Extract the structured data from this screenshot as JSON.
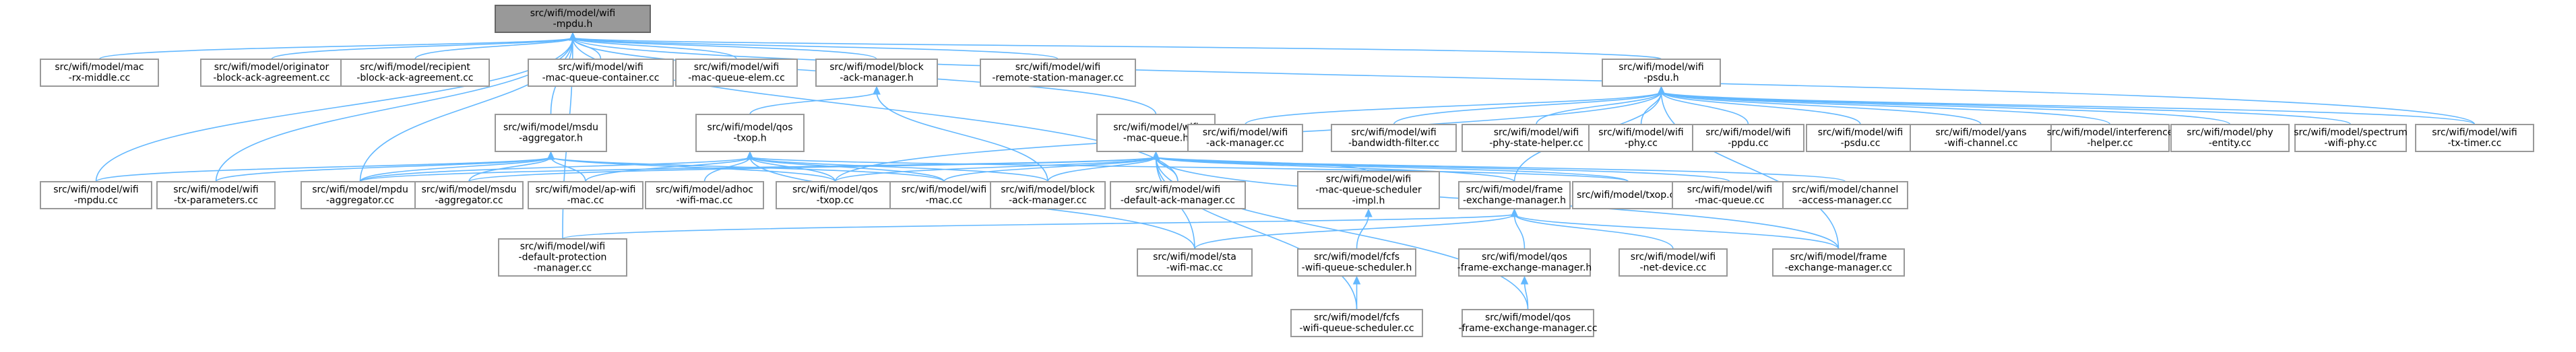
{
  "title": "",
  "colors": {
    "node_border": "#999999",
    "root_fill": "#999999",
    "edge": "#63b8ff",
    "background": "#ffffff"
  },
  "nodes": [
    {
      "id": "n0",
      "lines": [
        "src/wifi/model/wifi",
        "-mpdu.h"
      ],
      "root": true
    },
    {
      "id": "n1",
      "lines": [
        "src/wifi/model/mac",
        "-rx-middle.cc"
      ]
    },
    {
      "id": "n2",
      "lines": [
        "src/wifi/model/originator",
        "-block-ack-agreement.cc"
      ]
    },
    {
      "id": "n3",
      "lines": [
        "src/wifi/model/recipient",
        "-block-ack-agreement.cc"
      ]
    },
    {
      "id": "n4",
      "lines": [
        "src/wifi/model/wifi",
        "-mac-queue-container.cc"
      ]
    },
    {
      "id": "n5",
      "lines": [
        "src/wifi/model/wifi",
        "-mac-queue-elem.cc"
      ]
    },
    {
      "id": "n6",
      "lines": [
        "src/wifi/model/block",
        "-ack-manager.h"
      ]
    },
    {
      "id": "n7",
      "lines": [
        "src/wifi/model/wifi",
        "-remote-station-manager.cc"
      ]
    },
    {
      "id": "n8",
      "lines": [
        "src/wifi/model/wifi",
        "-psdu.h"
      ]
    },
    {
      "id": "n9",
      "lines": [
        "src/wifi/model/msdu",
        "-aggregator.h"
      ]
    },
    {
      "id": "n10",
      "lines": [
        "src/wifi/model/qos",
        "-txop.h"
      ]
    },
    {
      "id": "n11",
      "lines": [
        "src/wifi/model/wifi",
        "-mac-queue.h"
      ]
    },
    {
      "id": "n12",
      "lines": [
        "src/wifi/model/wifi",
        "-ack-manager.cc"
      ]
    },
    {
      "id": "n13",
      "lines": [
        "src/wifi/model/wifi",
        "-bandwidth-filter.cc"
      ]
    },
    {
      "id": "n14",
      "lines": [
        "src/wifi/model/wifi",
        "-phy-state-helper.cc"
      ]
    },
    {
      "id": "n15",
      "lines": [
        "src/wifi/model/wifi",
        "-phy.cc"
      ]
    },
    {
      "id": "n16",
      "lines": [
        "src/wifi/model/wifi",
        "-ppdu.cc"
      ]
    },
    {
      "id": "n17",
      "lines": [
        "src/wifi/model/wifi",
        "-psdu.cc"
      ]
    },
    {
      "id": "n18",
      "lines": [
        "src/wifi/model/yans",
        "-wifi-channel.cc"
      ]
    },
    {
      "id": "n19",
      "lines": [
        "src/wifi/model/interference",
        "-helper.cc"
      ]
    },
    {
      "id": "n20",
      "lines": [
        "src/wifi/model/phy",
        "-entity.cc"
      ]
    },
    {
      "id": "n21",
      "lines": [
        "src/wifi/model/spectrum",
        "-wifi-phy.cc"
      ]
    },
    {
      "id": "n22",
      "lines": [
        "src/wifi/model/wifi",
        "-tx-timer.cc"
      ]
    },
    {
      "id": "n23",
      "lines": [
        "src/wifi/model/wifi",
        "-mpdu.cc"
      ]
    },
    {
      "id": "n24",
      "lines": [
        "src/wifi/model/wifi",
        "-tx-parameters.cc"
      ]
    },
    {
      "id": "n25",
      "lines": [
        "src/wifi/model/mpdu",
        "-aggregator.cc"
      ]
    },
    {
      "id": "n26",
      "lines": [
        "src/wifi/model/msdu",
        "-aggregator.cc"
      ]
    },
    {
      "id": "n27",
      "lines": [
        "src/wifi/model/ap-wifi",
        "-mac.cc"
      ]
    },
    {
      "id": "n28",
      "lines": [
        "src/wifi/model/adhoc",
        "-wifi-mac.cc"
      ]
    },
    {
      "id": "n29",
      "lines": [
        "src/wifi/model/qos",
        "-txop.cc"
      ]
    },
    {
      "id": "n30",
      "lines": [
        "src/wifi/model/wifi",
        "-mac.cc"
      ]
    },
    {
      "id": "n31",
      "lines": [
        "src/wifi/model/block",
        "-ack-manager.cc"
      ]
    },
    {
      "id": "n32",
      "lines": [
        "src/wifi/model/wifi",
        "-default-ack-manager.cc"
      ]
    },
    {
      "id": "n33",
      "lines": [
        "src/wifi/model/wifi",
        "-mac-queue-scheduler",
        "-impl.h"
      ]
    },
    {
      "id": "n34",
      "lines": [
        "src/wifi/model/frame",
        "-exchange-manager.h"
      ]
    },
    {
      "id": "n35",
      "lines": [
        "src/wifi/model/txop.cc"
      ]
    },
    {
      "id": "n36",
      "lines": [
        "src/wifi/model/wifi",
        "-mac-queue.cc"
      ]
    },
    {
      "id": "n37",
      "lines": [
        "src/wifi/model/channel",
        "-access-manager.cc"
      ]
    },
    {
      "id": "n38",
      "lines": [
        "src/wifi/model/wifi",
        "-default-protection",
        "-manager.cc"
      ]
    },
    {
      "id": "n39",
      "lines": [
        "src/wifi/model/sta",
        "-wifi-mac.cc"
      ]
    },
    {
      "id": "n40",
      "lines": [
        "src/wifi/model/fcfs",
        "-wifi-queue-scheduler.h"
      ]
    },
    {
      "id": "n41",
      "lines": [
        "src/wifi/model/qos",
        "-frame-exchange-manager.h"
      ]
    },
    {
      "id": "n42",
      "lines": [
        "src/wifi/model/wifi",
        "-net-device.cc"
      ]
    },
    {
      "id": "n43",
      "lines": [
        "src/wifi/model/frame",
        "-exchange-manager.cc"
      ]
    },
    {
      "id": "n44",
      "lines": [
        "src/wifi/model/fcfs",
        "-wifi-queue-scheduler.cc"
      ]
    },
    {
      "id": "n45",
      "lines": [
        "src/wifi/model/qos",
        "-frame-exchange-manager.cc"
      ]
    }
  ],
  "edges": [
    [
      "n0",
      "n1"
    ],
    [
      "n0",
      "n2"
    ],
    [
      "n0",
      "n3"
    ],
    [
      "n0",
      "n4"
    ],
    [
      "n0",
      "n5"
    ],
    [
      "n0",
      "n6"
    ],
    [
      "n0",
      "n7"
    ],
    [
      "n0",
      "n8"
    ],
    [
      "n0",
      "n9"
    ],
    [
      "n0",
      "n11"
    ],
    [
      "n0",
      "n22"
    ],
    [
      "n0",
      "n23"
    ],
    [
      "n0",
      "n24"
    ],
    [
      "n0",
      "n25"
    ],
    [
      "n0",
      "n32"
    ],
    [
      "n0",
      "n38"
    ],
    [
      "n6",
      "n10"
    ],
    [
      "n6",
      "n31"
    ],
    [
      "n8",
      "n12"
    ],
    [
      "n8",
      "n13"
    ],
    [
      "n8",
      "n14"
    ],
    [
      "n8",
      "n15"
    ],
    [
      "n8",
      "n16"
    ],
    [
      "n8",
      "n17"
    ],
    [
      "n8",
      "n18"
    ],
    [
      "n8",
      "n19"
    ],
    [
      "n8",
      "n20"
    ],
    [
      "n8",
      "n21"
    ],
    [
      "n8",
      "n22"
    ],
    [
      "n8",
      "n29"
    ],
    [
      "n8",
      "n34"
    ],
    [
      "n8",
      "n43"
    ],
    [
      "n9",
      "n23"
    ],
    [
      "n9",
      "n24"
    ],
    [
      "n9",
      "n25"
    ],
    [
      "n9",
      "n26"
    ],
    [
      "n9",
      "n27"
    ],
    [
      "n9",
      "n29"
    ],
    [
      "n9",
      "n30"
    ],
    [
      "n10",
      "n25"
    ],
    [
      "n10",
      "n27"
    ],
    [
      "n10",
      "n28"
    ],
    [
      "n10",
      "n29"
    ],
    [
      "n10",
      "n30"
    ],
    [
      "n10",
      "n31"
    ],
    [
      "n10",
      "n35"
    ],
    [
      "n10",
      "n39"
    ],
    [
      "n11",
      "n25"
    ],
    [
      "n11",
      "n26"
    ],
    [
      "n11",
      "n29"
    ],
    [
      "n11",
      "n30"
    ],
    [
      "n11",
      "n31"
    ],
    [
      "n11",
      "n32"
    ],
    [
      "n11",
      "n33"
    ],
    [
      "n11",
      "n34"
    ],
    [
      "n11",
      "n35"
    ],
    [
      "n11",
      "n36"
    ],
    [
      "n11",
      "n37"
    ],
    [
      "n11",
      "n39"
    ],
    [
      "n11",
      "n44"
    ],
    [
      "n11",
      "n43"
    ],
    [
      "n11",
      "n45"
    ],
    [
      "n33",
      "n40"
    ],
    [
      "n40",
      "n44"
    ],
    [
      "n34",
      "n38"
    ],
    [
      "n34",
      "n39"
    ],
    [
      "n34",
      "n41"
    ],
    [
      "n34",
      "n42"
    ],
    [
      "n34",
      "n43"
    ],
    [
      "n41",
      "n45"
    ]
  ]
}
